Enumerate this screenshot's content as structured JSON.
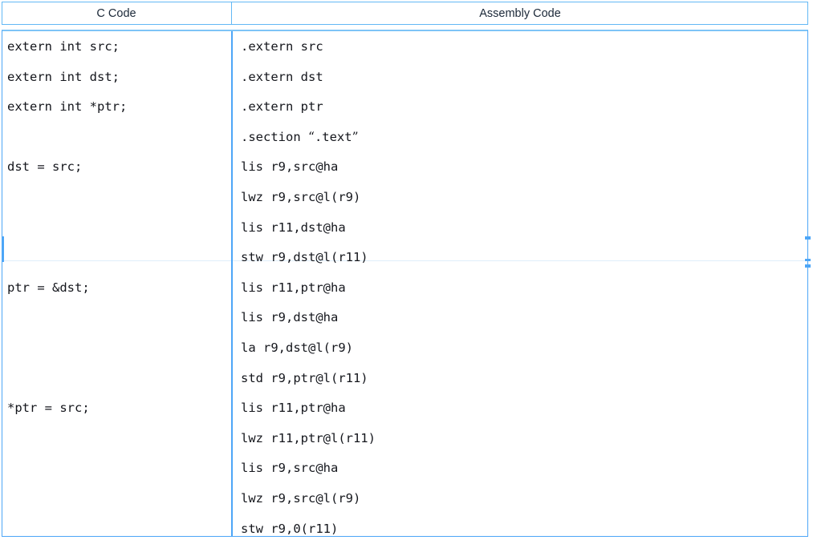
{
  "table": {
    "headers": {
      "c_code": "C Code",
      "assembly_code": "Assembly Code"
    },
    "colors": {
      "border": "#4da6f7",
      "border_light": "#7ec4f7",
      "row_separator": "#dfeefb",
      "text": "#14161c",
      "header_text": "#1b2838",
      "background": "#ffffff"
    },
    "c_code_lines": [
      "extern int src;",
      "extern int dst;",
      "extern int *ptr;",
      "",
      "dst = src;",
      "",
      "",
      "",
      "ptr = &dst;",
      "",
      "",
      "",
      "*ptr = src;",
      "",
      "",
      "",
      ""
    ],
    "assembly_code_lines": [
      ".extern src",
      ".extern dst",
      ".extern ptr",
      ".section “.text”",
      "lis r9,src@ha",
      "lwz r9,src@l(r9)",
      "lis r11,dst@ha",
      "stw r9,dst@l(r11)",
      "lis r11,ptr@ha",
      "lis r9,dst@ha",
      "la r9,dst@l(r9)",
      "std r9,ptr@l(r11)",
      "lis r11,ptr@ha",
      "lwz r11,ptr@l(r11)",
      "lis r9,src@ha",
      "lwz r9,src@l(r9)",
      "stw r9,0(r11)"
    ],
    "rows": [
      {
        "c": "extern int src;\nextern int dst;\nextern int *ptr;",
        "asm": ".extern src\n.extern dst\n.extern ptr\n.section “.text”"
      },
      {
        "c": "dst = src;",
        "asm": "lis r9,src@ha\nlwz r9,src@l(r9)\nlis r11,dst@ha\nstw r9,dst@l(r11)"
      },
      {
        "c": "ptr = &dst;",
        "asm": "lis r11,ptr@ha\nlis r9,dst@ha\nla r9,dst@l(r9)\nstd r9,ptr@l(r11)"
      },
      {
        "c": "*ptr = src;",
        "asm": "lis r11,ptr@ha\nlwz r11,ptr@l(r11)\nlis r9,src@ha\nlwz r9,src@l(r9)\nstw r9,0(r11)"
      }
    ]
  }
}
